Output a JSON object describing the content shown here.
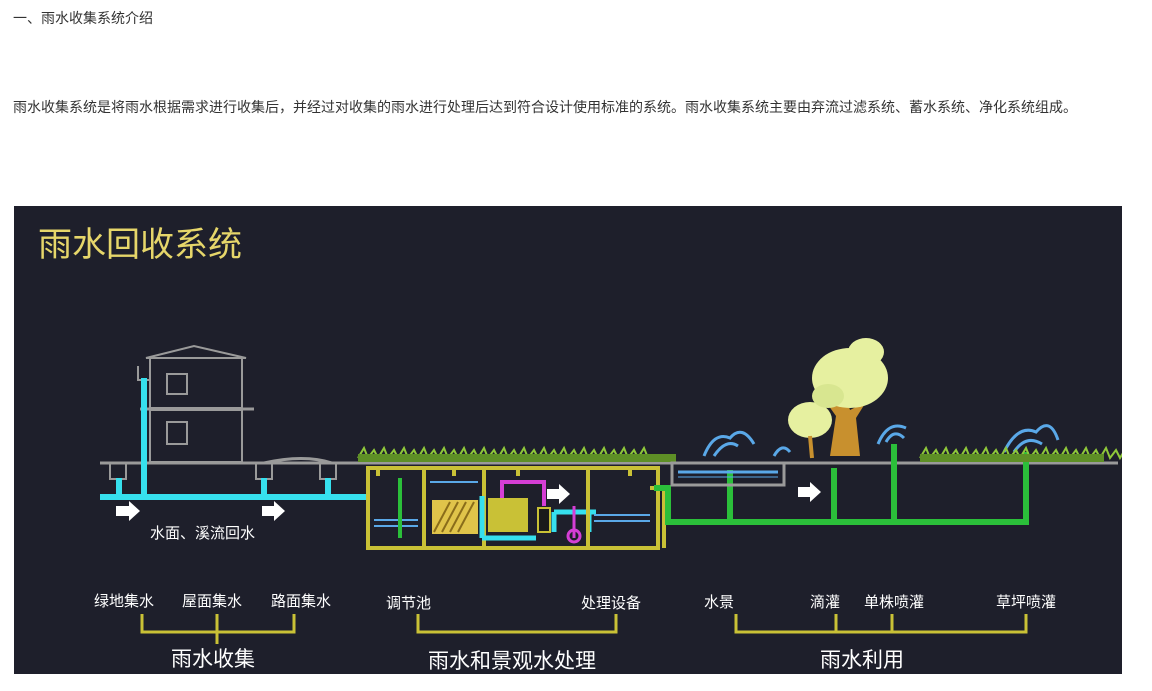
{
  "article": {
    "heading": "一、雨水收集系统介绍",
    "paragraph": "雨水收集系统是将雨水根据需求进行收集后，并经过对收集的雨水进行处理后达到符合设计使用标准的系统。雨水收集系统主要由弃流过滤系统、蓄水系统、净化系统组成。"
  },
  "figure": {
    "title": "雨水回收系统",
    "annotation_runoff": "水面、溪流回水",
    "groups": {
      "collection": {
        "label": "雨水收集",
        "items": [
          "绿地集水",
          "屋面集水",
          "路面集水"
        ]
      },
      "treatment": {
        "label": "雨水和景观水处理",
        "items": [
          "调节池",
          "处理设备"
        ]
      },
      "utilization": {
        "label": "雨水利用",
        "items": [
          "水景",
          "滴灌",
          "单株喷灌",
          "草坪喷灌"
        ]
      }
    },
    "colors": {
      "background": "#1e1f2b",
      "title": "#e6d66a",
      "ground": "#9a9a9a",
      "pipe_collection": "#36e0ee",
      "pipe_utilization": "#2bbf3a",
      "tank_outline": "#c9c136",
      "bracket": "#c9c136",
      "filter": "#e0c44a",
      "pump": "#d53ed5",
      "tree_canopy": "#e6f0a0",
      "tree_trunk": "#c8902e",
      "fountain": "#5aa8e8"
    }
  }
}
